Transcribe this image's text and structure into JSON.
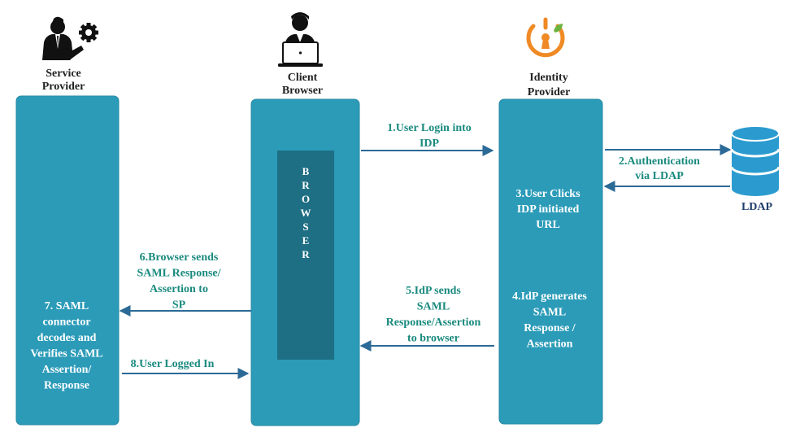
{
  "colors": {
    "panel": "#2b9bb8",
    "panel_border": "#2589a3",
    "browser_inner": "#1e6e84",
    "arrow": "#2b6a96",
    "step_text_teal": "#1a8a7f",
    "header_text": "#222222",
    "panel_text": "#ffffff",
    "db": "#2b9bcf",
    "idp_icon_orange": "#f08a24",
    "idp_icon_leaf": "#6cb33f"
  },
  "actors": {
    "service_provider": {
      "title": "Service\nProvider",
      "icon": "businessman-gear-icon"
    },
    "client_browser": {
      "title": "Client\nBrowser",
      "icon": "user-laptop-icon"
    },
    "identity_provider": {
      "title": "Identity\nProvider",
      "icon": "power-keyhole-icon"
    },
    "ldap": {
      "title": "LDAP",
      "icon": "database-icon"
    }
  },
  "panels": {
    "browser_inner_label": "B R O W S E R",
    "sp_text": "7. SAML\nconnector\ndecodes and\nVerifies SAML\nAssertion/\nResponse",
    "idp_step3": "3.User Clicks\nIDP initiated\nURL",
    "idp_step4": "4.IdP generates\nSAML\nResponse /\nAssertion"
  },
  "steps": {
    "step1": "1.User Login into\nIDP",
    "step2": "2.Authentication\nvia LDAP",
    "step5": "5.IdP sends\nSAML\nResponse/Assertion\nto browser",
    "step6": "6.Browser sends\nSAML Response/\nAssertion to\nSP",
    "step8": "8.User Logged In"
  }
}
